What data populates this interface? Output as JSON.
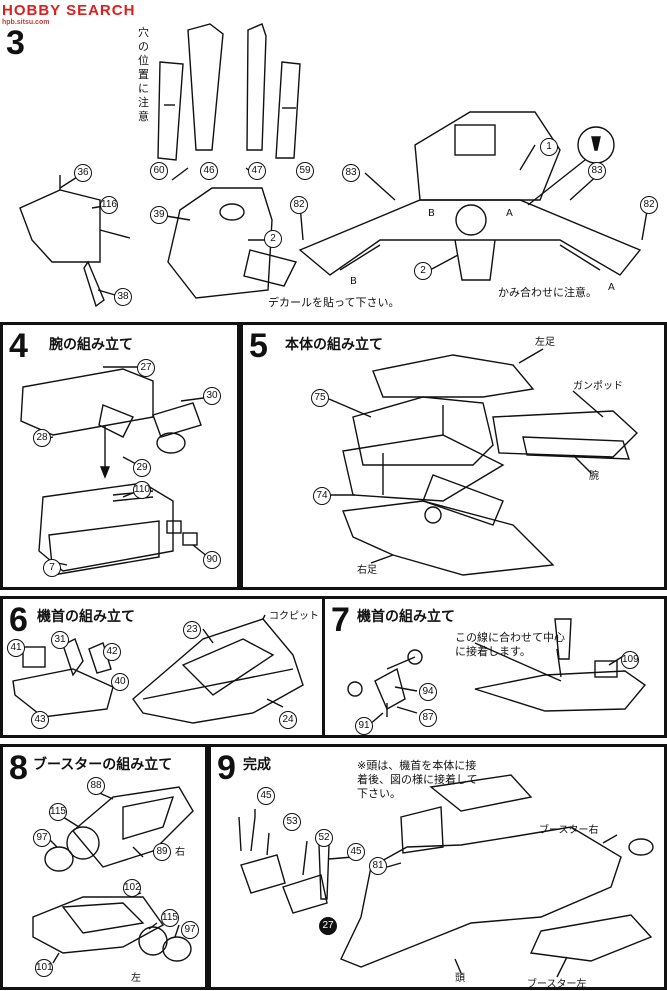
{
  "watermark": {
    "brand": "HOBBY SEARCH",
    "site": "hpb.sitsu.com"
  },
  "steps": [
    {
      "number": "3",
      "title": "",
      "notes": [
        "穴の位置に注意",
        "デカールを貼って下さい。",
        "かみ合わせに注意。"
      ],
      "labels": [
        "B",
        "B",
        "A",
        "A"
      ],
      "parts": [
        "60",
        "46",
        "47",
        "59",
        "36",
        "116",
        "39",
        "2",
        "38",
        "83",
        "1",
        "83",
        "82",
        "82",
        "2"
      ]
    },
    {
      "number": "4",
      "title": "腕の組み立て",
      "notes": [],
      "labels": [],
      "parts": [
        "27",
        "30",
        "28",
        "29",
        "110",
        "90",
        "7"
      ]
    },
    {
      "number": "5",
      "title": "本体の組み立て",
      "notes": [],
      "labels": [
        "左足",
        "ガンポッド",
        "腕",
        "右足"
      ],
      "parts": [
        "75",
        "74"
      ]
    },
    {
      "number": "6",
      "title": "機首の組み立て",
      "notes": [],
      "labels": [
        "コクピット"
      ],
      "parts": [
        "31",
        "41",
        "42",
        "40",
        "43",
        "23",
        "24"
      ]
    },
    {
      "number": "7",
      "title": "機首の組み立て",
      "notes": [
        "この線に合わせて中心に接着します。"
      ],
      "labels": [],
      "parts": [
        "109",
        "94",
        "87",
        "91"
      ]
    },
    {
      "number": "8",
      "title": "ブースターの組み立て",
      "notes": [],
      "labels": [
        "右",
        "左"
      ],
      "parts": [
        "88",
        "115",
        "97",
        "89",
        "102",
        "115",
        "97",
        "101"
      ]
    },
    {
      "number": "9",
      "title": "完成",
      "notes": [
        "※頭は、機首を本体に接着後、図の様に接着して下さい。"
      ],
      "labels": [
        "ブースター右",
        "ブースター左",
        "頭"
      ],
      "parts": [
        "45",
        "53",
        "52",
        "45",
        "81",
        "27"
      ]
    }
  ]
}
